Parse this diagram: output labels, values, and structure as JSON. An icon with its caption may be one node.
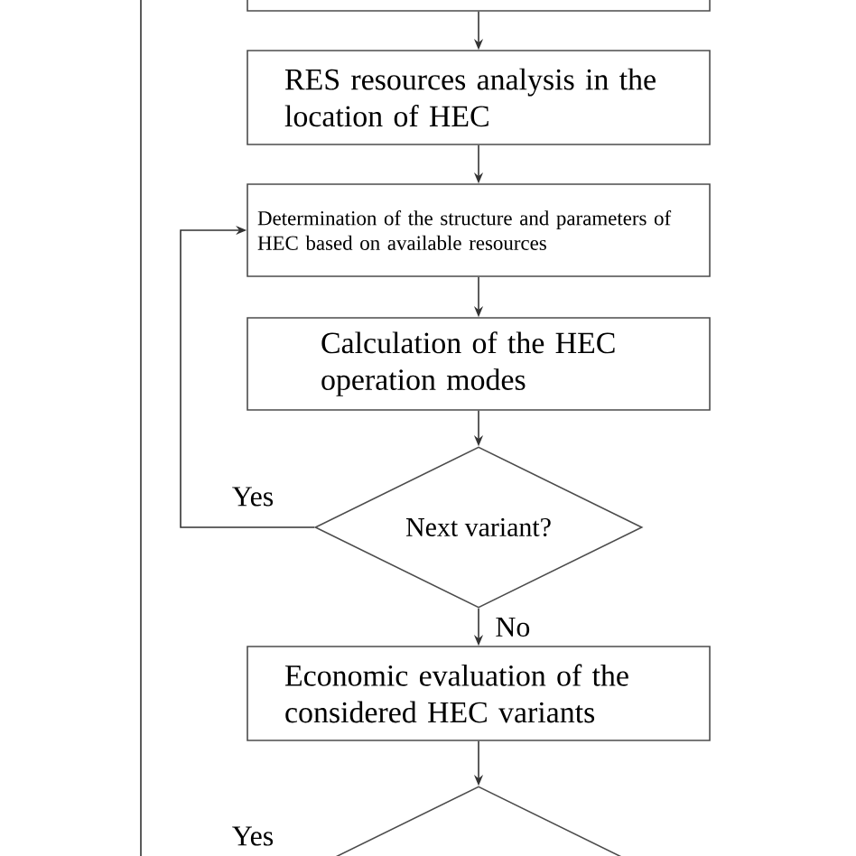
{
  "diagram": {
    "nodes": [
      {
        "text": [],
        "shape": "box"
      },
      {
        "text": [
          "RES resources analysis in the location of HEC"
        ]
      },
      {
        "text": [
          "Determination of the structure and parameters of HEC based on available resources"
        ]
      },
      {
        "text": [
          "Calculation of the HEC operation modes"
        ]
      },
      {
        "text": [
          "Next variant?"
        ]
      },
      {
        "text": [
          "Economic evaluation of the considered HEC variants"
        ]
      },
      {
        "text": [],
        "shape": "diamond"
      }
    ],
    "edges": [
      {
        "from": 0,
        "to": 1,
        "arrow": "to"
      },
      {
        "from": 1,
        "to": 2,
        "arrow": "to"
      },
      {
        "from": 2,
        "to": 3,
        "arrow": "to"
      },
      {
        "from": 3,
        "to": 4,
        "arrow": "to"
      },
      {
        "from": 4,
        "to": 2,
        "arrow": "to",
        "label": "Yes"
      },
      {
        "from": 4,
        "to": 5,
        "arrow": "to",
        "label": "No"
      },
      {
        "from": 5,
        "to": 6,
        "arrow": "to"
      },
      {
        "from": 6,
        "to": null,
        "arrow": "none",
        "label": "Yes"
      }
    ]
  }
}
